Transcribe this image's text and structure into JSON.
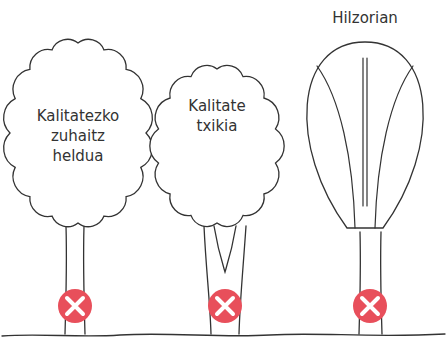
{
  "diagram": {
    "nodes": [
      {
        "text": [
          "Kalitatezko zuhaitz heldua"
        ]
      },
      {
        "text": [
          "Kalitate txikia"
        ]
      },
      {
        "text": [
          "Hilzorian"
        ]
      }
    ]
  }
}
